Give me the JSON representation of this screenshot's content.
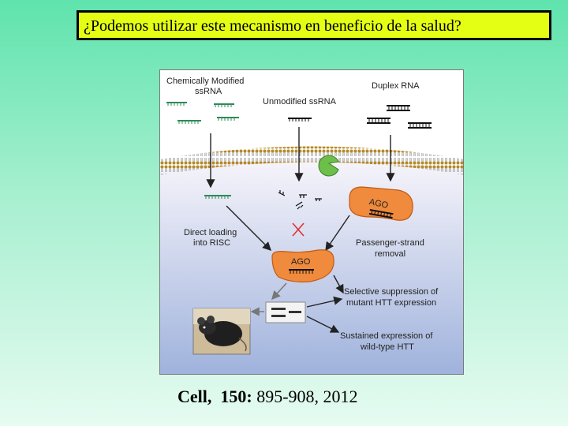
{
  "slide": {
    "title": "¿Podemos utilizar este mecanismo en beneficio de la salud?",
    "citation_journal": "Cell,",
    "citation_volume": "150:",
    "citation_pages": "895-908, 2012"
  },
  "figure": {
    "label_modified_line1": "Chemically Modified",
    "label_modified_line2": "ssRNA",
    "label_unmodified": "Unmodified ssRNA",
    "label_duplex": "Duplex RNA",
    "label_ago_top": "AGO",
    "label_ago_center": "AGO",
    "label_direct_line1": "Direct loading",
    "label_direct_line2": "into RISC",
    "label_passenger_line1": "Passenger-strand",
    "label_passenger_line2": "removal",
    "label_selective_line1": "Selective suppression of",
    "label_selective_line2": "mutant HTT expression",
    "label_sustained_line1": "Sustained expression of",
    "label_sustained_line2": "wild-type HTT",
    "colors": {
      "cytoplasm_top": "#f7f5fb",
      "cytoplasm_bottom": "#9fb2dc",
      "ago": "#f08a3c",
      "nuclease": "#6cc04a",
      "inhibition": "#e03030"
    }
  }
}
